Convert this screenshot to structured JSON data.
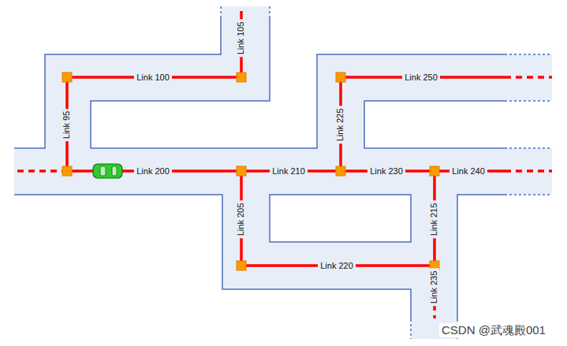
{
  "diagram": {
    "labels": [
      "Link 105",
      "Link 100",
      "Link 95",
      "Link 225",
      "Link 250",
      "Link 200",
      "Link 210",
      "Link 230",
      "Link 240",
      "Link 205",
      "Link 215",
      "Link 220",
      "Link 235",
      "CSDN @武魂殿001"
    ]
  }
}
